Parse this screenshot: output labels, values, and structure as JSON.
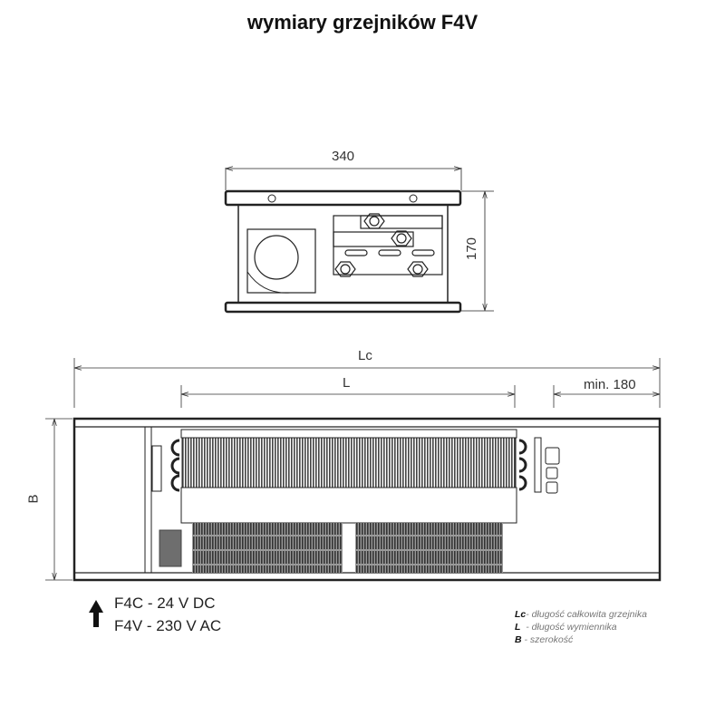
{
  "title": "wymiary grzejników F4V",
  "cross_section": {
    "width_label": "340",
    "height_label": "170"
  },
  "top_view": {
    "lc_label": "Lc",
    "l_label": "L",
    "min_label": "min. 180",
    "b_label": "B"
  },
  "power": [
    {
      "label": "F4C - 24 V DC"
    },
    {
      "label": "F4V - 230 V AC"
    }
  ],
  "legend": [
    {
      "key": "Lc",
      "text": "- długość całkowita grzejnika"
    },
    {
      "key": "L",
      "text": "  - długość wymiennika"
    },
    {
      "key": "B",
      "text": " - szerokość"
    }
  ],
  "colors": {
    "line": "#222222",
    "fin": "#555555",
    "grey_box": "#6e6e6e"
  }
}
